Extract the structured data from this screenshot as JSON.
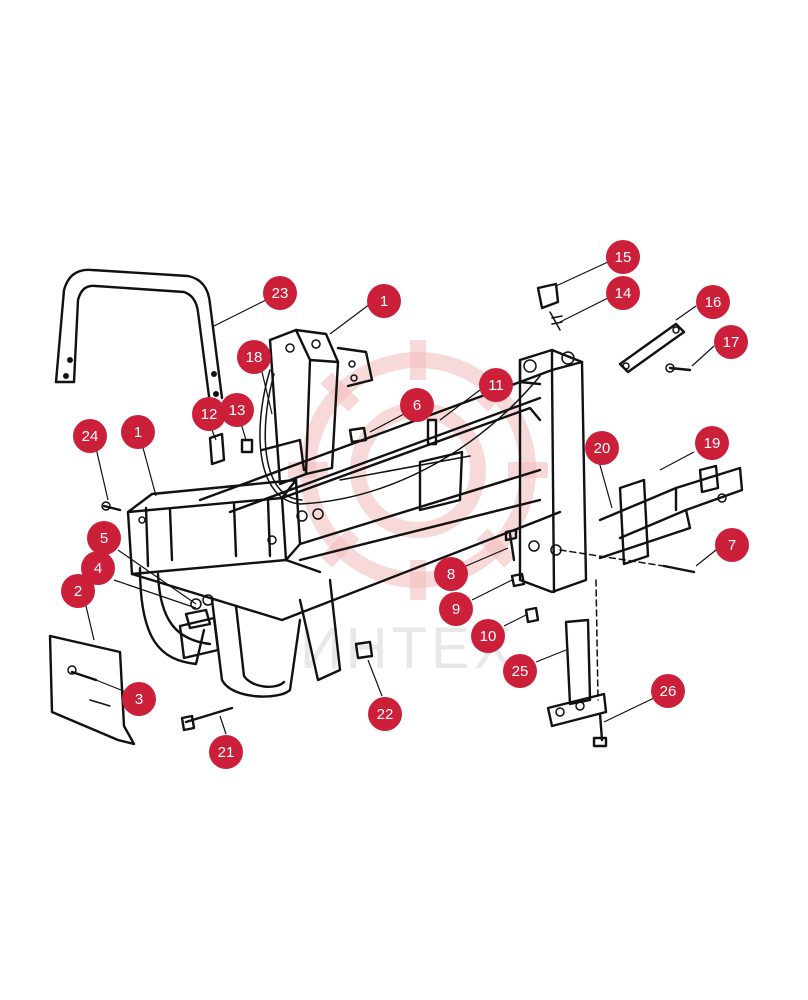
{
  "watermark": {
    "text": "ИНТЕХ",
    "color": "#e8e8e8",
    "gear_color": "#f3b9bc"
  },
  "callout_color": "#cc1f3a",
  "callouts": [
    {
      "id": "c23-23",
      "label": "23"
    },
    {
      "id": "c1-a",
      "label": "1"
    },
    {
      "id": "c15",
      "label": "15"
    },
    {
      "id": "c14",
      "label": "14"
    },
    {
      "id": "c16",
      "label": "16"
    },
    {
      "id": "c17",
      "label": "17"
    },
    {
      "id": "c18",
      "label": "18"
    },
    {
      "id": "c11",
      "label": "11"
    },
    {
      "id": "c6",
      "label": "6"
    },
    {
      "id": "c12",
      "label": "12"
    },
    {
      "id": "c13",
      "label": "13"
    },
    {
      "id": "c24",
      "label": "24"
    },
    {
      "id": "c1-b",
      "label": "1"
    },
    {
      "id": "c20",
      "label": "20"
    },
    {
      "id": "c19",
      "label": "19"
    },
    {
      "id": "c5",
      "label": "5"
    },
    {
      "id": "c4",
      "label": "4"
    },
    {
      "id": "c7",
      "label": "7"
    },
    {
      "id": "c2",
      "label": "2"
    },
    {
      "id": "c8",
      "label": "8"
    },
    {
      "id": "c9",
      "label": "9"
    },
    {
      "id": "c10",
      "label": "10"
    },
    {
      "id": "c25",
      "label": "25"
    },
    {
      "id": "c26",
      "label": "26"
    },
    {
      "id": "c3",
      "label": "3"
    },
    {
      "id": "c22",
      "label": "22"
    },
    {
      "id": "c21",
      "label": "21"
    }
  ]
}
